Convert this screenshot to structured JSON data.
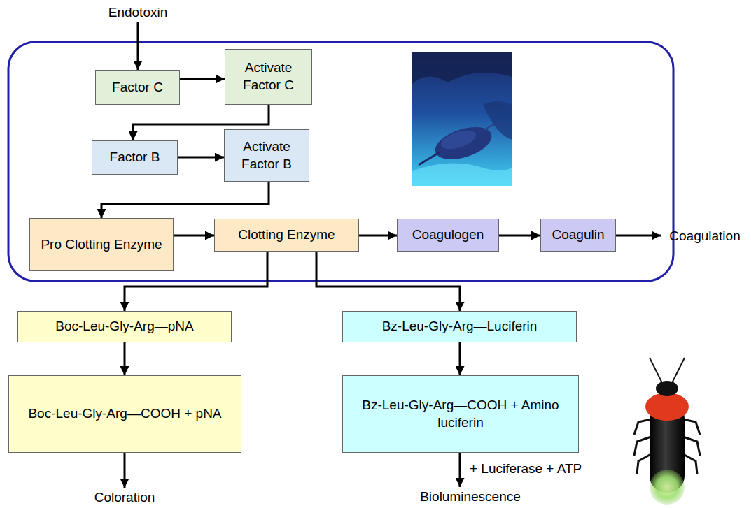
{
  "diagram": {
    "nodes": [
      {
        "text": [
          "Endotoxin"
        ]
      },
      {
        "text": [
          "Factor C"
        ]
      },
      {
        "text": [
          "Activate Factor C"
        ]
      },
      {
        "text": [
          "Factor B"
        ]
      },
      {
        "text": [
          "Activate Factor B"
        ]
      },
      {
        "text": [
          "Pro Clotting Enzyme"
        ]
      },
      {
        "text": [
          "Clotting Enzyme"
        ]
      },
      {
        "text": [
          "Coagulogen"
        ]
      },
      {
        "text": [
          "Coagulin"
        ]
      },
      {
        "text": [
          "Coagulation"
        ]
      },
      {
        "text": [
          "Boc-Leu-Gly-Arg—pNA"
        ]
      },
      {
        "text": [
          "Bz-Leu-Gly-Arg—Luciferin"
        ]
      },
      {
        "text": [
          "Boc-Leu-Gly-Arg—COOH + pNA"
        ]
      },
      {
        "text": [
          "Bz-Leu-Gly-Arg—COOH + Amino luciferin"
        ]
      },
      {
        "text": [
          "Coloration"
        ]
      },
      {
        "text": [
          "Bioluminescence"
        ]
      }
    ],
    "edges": [
      {
        "from": 0,
        "to": 1,
        "arrow": "to"
      },
      {
        "from": 1,
        "to": 2,
        "arrow": "to"
      },
      {
        "from": 2,
        "to": 3,
        "arrow": "to"
      },
      {
        "from": 3,
        "to": 4,
        "arrow": "to"
      },
      {
        "from": 4,
        "to": 5,
        "arrow": "to"
      },
      {
        "from": 5,
        "to": 6,
        "arrow": "to"
      },
      {
        "from": 6,
        "to": 7,
        "arrow": "to"
      },
      {
        "from": 7,
        "to": 8,
        "arrow": "to"
      },
      {
        "from": 8,
        "to": 9,
        "arrow": "to"
      },
      {
        "from": 6,
        "to": 10,
        "arrow": "to"
      },
      {
        "from": 6,
        "to": 11,
        "arrow": "to"
      },
      {
        "from": 10,
        "to": 12,
        "arrow": "to"
      },
      {
        "from": 11,
        "to": 13,
        "arrow": "to"
      },
      {
        "from": 12,
        "to": 14,
        "arrow": "to"
      },
      {
        "from": 13,
        "to": 15,
        "label": "+ Luciferase + ATP",
        "arrow": "to"
      }
    ]
  }
}
